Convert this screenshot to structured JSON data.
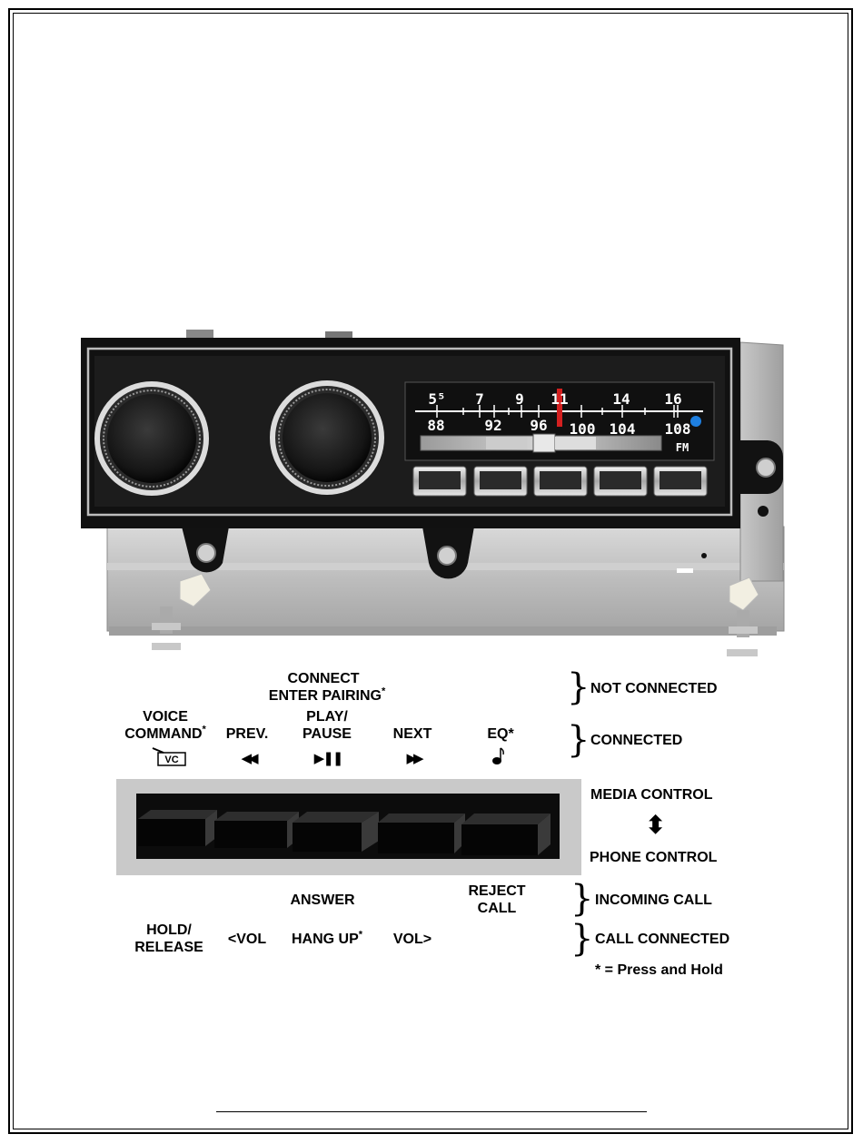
{
  "radio": {
    "dial_top": [
      "5⁵",
      "7",
      "9",
      "11",
      "14",
      "16"
    ],
    "dial_bottom": [
      "88",
      "92",
      "96",
      "100",
      "104",
      "108"
    ],
    "band": "FM"
  },
  "top_row": {
    "connect": "CONNECT",
    "enter_pairing": "ENTER PAIRING",
    "star": "*"
  },
  "connected_row": {
    "voice_line1": "VOICE",
    "voice_line2": "COMMAND",
    "voice_icon_label": "VC",
    "prev": "PREV.",
    "play_line1": "PLAY/",
    "play_line2": "PAUSE",
    "next": "NEXT",
    "eq": "EQ*",
    "prev_symbol": "◀◀",
    "play_symbol": "▶❚❚",
    "next_symbol": "▶▶"
  },
  "phone_rows": {
    "answer": "ANSWER",
    "reject_line1": "REJECT",
    "reject_line2": "CALL",
    "hold_line1": "HOLD/",
    "hold_line2": "RELEASE",
    "vol_down": "<VOL",
    "hang_up": "HANG UP",
    "vol_up": "VOL>"
  },
  "legend": {
    "not_connected": "NOT CONNECTED",
    "connected": "CONNECTED",
    "media_control": "MEDIA CONTROL",
    "phone_control": "PHONE CONTROL",
    "incoming_call": "INCOMING CALL",
    "call_connected": "CALL CONNECTED",
    "press_hold": "* = Press and Hold",
    "brace": "}",
    "arrow": "⬍"
  }
}
